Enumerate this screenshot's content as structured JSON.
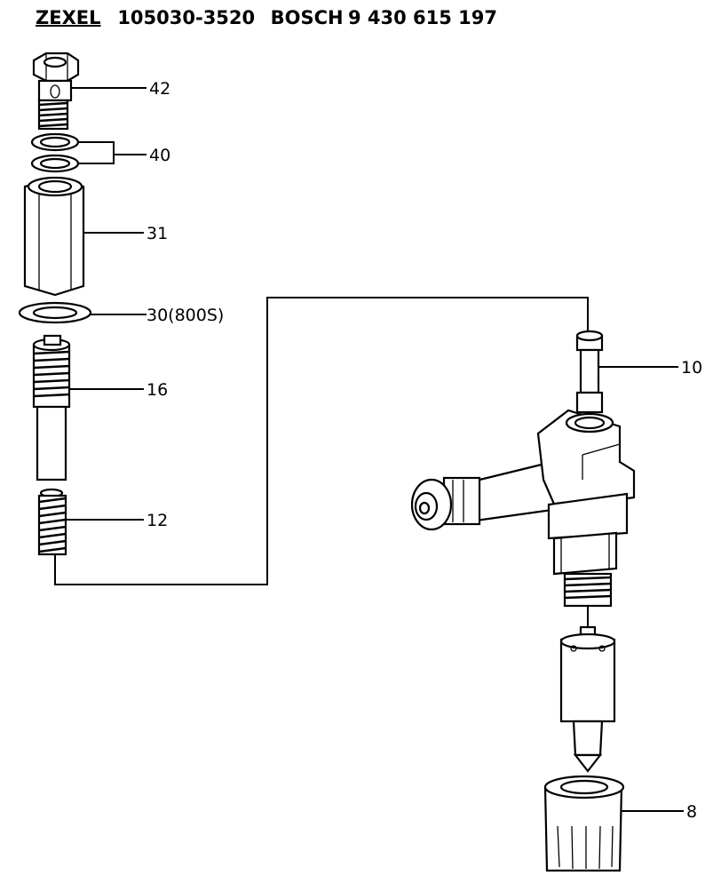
{
  "header": {
    "brand1": "ZEXEL",
    "part1": "105030-3520",
    "brand2": "BOSCH",
    "part2": "9 430 615 197"
  },
  "parts": [
    {
      "id": "42",
      "label": "42"
    },
    {
      "id": "40",
      "label": "40"
    },
    {
      "id": "31",
      "label": "31"
    },
    {
      "id": "30",
      "label": "30(800S)"
    },
    {
      "id": "16",
      "label": "16"
    },
    {
      "id": "12",
      "label": "12"
    },
    {
      "id": "10",
      "label": "10"
    },
    {
      "id": "8",
      "label": "8"
    }
  ]
}
